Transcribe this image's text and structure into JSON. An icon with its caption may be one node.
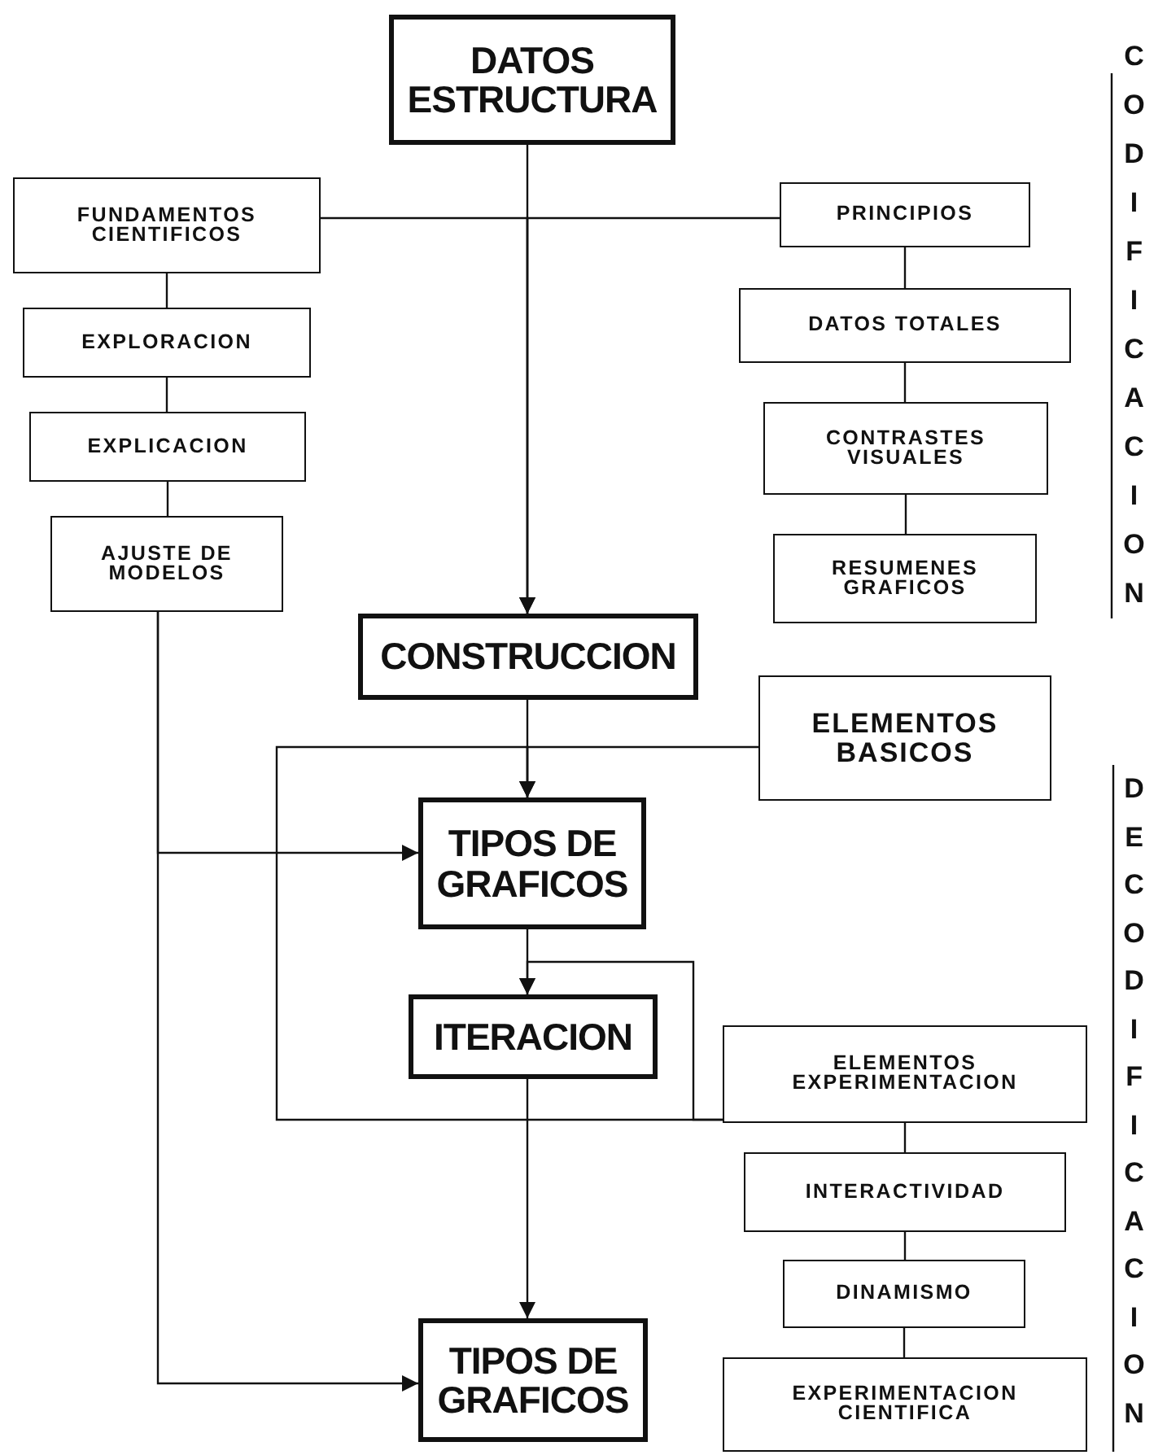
{
  "diagram": {
    "nodes": [
      {
        "text": [
          "DATOS ESTRUCTURA"
        ]
      },
      {
        "text": [
          "FUNDAMENTOS CIENTIFICOS"
        ]
      },
      {
        "text": [
          "EXPLORACION"
        ]
      },
      {
        "text": [
          "EXPLICACION"
        ]
      },
      {
        "text": [
          "AJUSTE DE MODELOS"
        ]
      },
      {
        "text": [
          "PRINCIPIOS"
        ]
      },
      {
        "text": [
          "DATOS TOTALES"
        ]
      },
      {
        "text": [
          "CONTRASTES VISUALES"
        ]
      },
      {
        "text": [
          "RESUMENES GRAFICOS"
        ]
      },
      {
        "text": [
          "CONSTRUCCION"
        ]
      },
      {
        "text": [
          "ELEMENTOS BASICOS"
        ]
      },
      {
        "text": [
          "TIPOS DE GRAFICOS"
        ]
      },
      {
        "text": [
          "ITERACION"
        ]
      },
      {
        "text": [
          "ELEMENTOS EXPERIMENTACION"
        ]
      },
      {
        "text": [
          "INTERACTIVIDAD"
        ]
      },
      {
        "text": [
          "DINAMISMO"
        ]
      },
      {
        "text": [
          "TIPOS DE GRAFICOS"
        ]
      },
      {
        "text": [
          "EXPERIMENTACION CIENTIFICA"
        ]
      }
    ],
    "edges": [
      {
        "from": 0,
        "to": 9,
        "arrow": "to"
      },
      {
        "from": 1,
        "to": 9,
        "arrow": "to"
      },
      {
        "from": 5,
        "to": 9,
        "arrow": "to"
      },
      {
        "from": 1,
        "to": 2,
        "arrow": "none"
      },
      {
        "from": 2,
        "to": 3,
        "arrow": "none"
      },
      {
        "from": 3,
        "to": 4,
        "arrow": "none"
      },
      {
        "from": 5,
        "to": 6,
        "arrow": "none"
      },
      {
        "from": 6,
        "to": 7,
        "arrow": "none"
      },
      {
        "from": 7,
        "to": 8,
        "arrow": "none"
      },
      {
        "from": 9,
        "to": 11,
        "arrow": "to"
      },
      {
        "from": 10,
        "to": 11,
        "arrow": "to"
      },
      {
        "from": 4,
        "to": 11,
        "arrow": "to"
      },
      {
        "from": 4,
        "to": 16,
        "arrow": "to"
      },
      {
        "from": 13,
        "to": 11,
        "arrow": "to"
      },
      {
        "from": 13,
        "to": 12,
        "arrow": "to"
      },
      {
        "from": 11,
        "to": 12,
        "arrow": "to"
      },
      {
        "from": 12,
        "to": 16,
        "arrow": "to"
      },
      {
        "from": 13,
        "to": 14,
        "arrow": "none"
      },
      {
        "from": 14,
        "to": 15,
        "arrow": "none"
      },
      {
        "from": 15,
        "to": 17,
        "arrow": "none"
      }
    ],
    "labels": [
      "CODIFICACION",
      "DECODIFICACION"
    ]
  }
}
